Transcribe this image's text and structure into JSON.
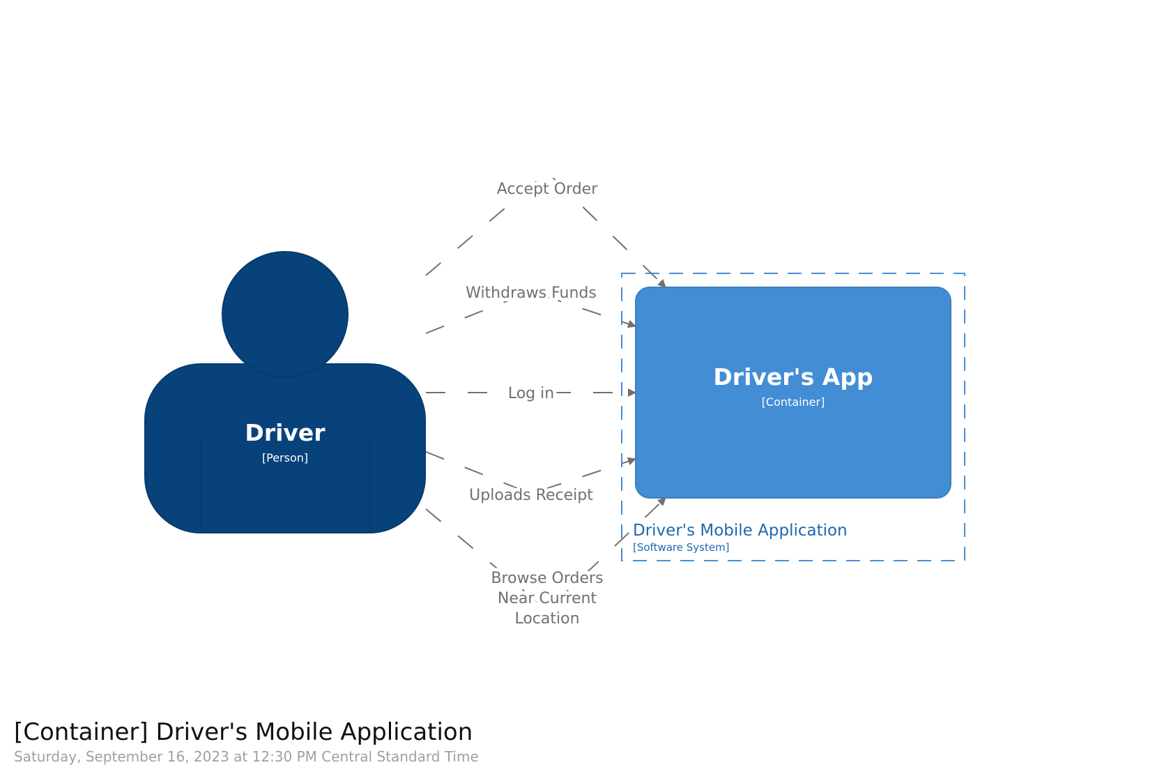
{
  "diagram": {
    "person": {
      "name": "Driver",
      "type": "[Person]",
      "color": "#08427b"
    },
    "container": {
      "name": "Driver's App",
      "type": "[Container]",
      "color": "#438dd5",
      "border": "#3c7fc0"
    },
    "boundary": {
      "name": "Driver's Mobile Application",
      "type": "[Software System]",
      "color": "#4a8fd0"
    },
    "relationships": [
      {
        "label": "Accept Order"
      },
      {
        "label": "Withdraws Funds"
      },
      {
        "label": "Log in"
      },
      {
        "label": "Uploads Receipt"
      },
      {
        "label": "Browse Orders Near Current Location",
        "lines": [
          "Browse Orders",
          "Near Current",
          "Location"
        ]
      }
    ],
    "edge_color": "#707070"
  },
  "footer": {
    "title": "[Container] Driver's Mobile Application",
    "subtitle": "Saturday, September 16, 2023 at 12:30 PM Central Standard Time"
  }
}
